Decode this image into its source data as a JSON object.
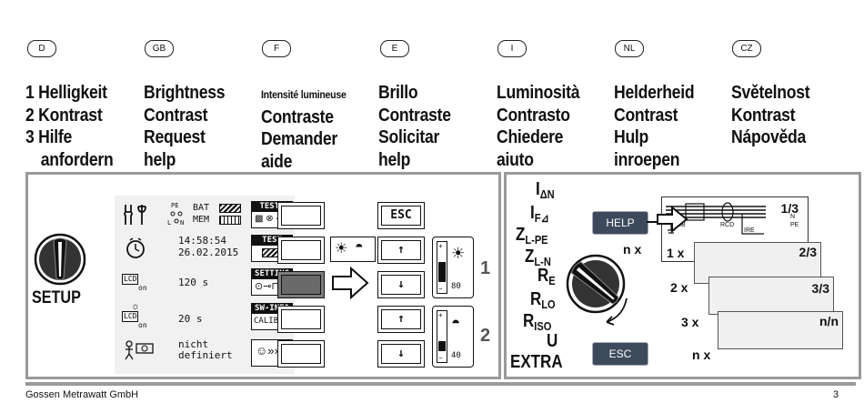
{
  "languages": [
    {
      "code": "D",
      "lines": [
        "Helligkeit",
        "Kontrast",
        "Hilfe",
        "anfordern"
      ]
    },
    {
      "code": "GB",
      "lines": [
        "Brightness",
        "Contrast",
        "Request",
        "help"
      ]
    },
    {
      "code": "F",
      "lines": [
        "Intensité lumineuse",
        "Contraste",
        "Demander",
        "aide"
      ]
    },
    {
      "code": "E",
      "lines": [
        "Brillo",
        "Contraste",
        "Solicitar",
        "help"
      ]
    },
    {
      "code": "I",
      "lines": [
        "Luminosità",
        "Contrasto",
        "Chiedere",
        "aiuto"
      ]
    },
    {
      "code": "NL",
      "lines": [
        "Helderheid",
        "Contrast",
        "Hulp",
        "inroepen"
      ]
    },
    {
      "code": "CZ",
      "lines": [
        "Světelnost",
        "Kontrast",
        "Nápověda",
        ""
      ]
    }
  ],
  "numbers": [
    "1",
    "2",
    "3"
  ],
  "left_panel": {
    "setup_label": "SETUP",
    "lcd": {
      "bat_label": "BAT",
      "mem_label": "MEM",
      "pe_label": "PE",
      "l_label": "L",
      "n_label": "N",
      "time": "14:58:54",
      "date": "26.02.2015",
      "lcd_on_label": "LCD",
      "on_label": "on",
      "timeout_1": "120 s",
      "timeout_2": "20 s",
      "profile_line1": "nicht",
      "profile_line2": "definiert",
      "tags": {
        "tests": "TESTS",
        "test": "TEST",
        "setting": "SETTING",
        "sw_info": "SW-INFO",
        "calib": "CALIB.."
      }
    },
    "keys": {
      "esc": "ESC",
      "up": "↑",
      "down": "↓"
    },
    "slider_brightness": {
      "value": "80",
      "plus": "+",
      "minus": "−",
      "callout": "1",
      "level": 0.8
    },
    "slider_contrast": {
      "value": "40",
      "plus": "+",
      "minus": "−",
      "callout": "2",
      "level": 0.4
    }
  },
  "right_panel": {
    "measurements": [
      "I",
      "ΔN",
      "I",
      "F",
      "Z",
      "L-PE",
      "Z",
      "L-N",
      "R",
      "E",
      "R",
      "LO",
      "R",
      "ISO",
      "U",
      "EXTRA"
    ],
    "help_button": "HELP",
    "esc_button": "ESC",
    "nx_label": "n x",
    "cards": [
      {
        "left": "1 x",
        "right": "1/3"
      },
      {
        "left": "",
        "right": "2/3"
      },
      {
        "left": "2 x",
        "right": "3/3"
      },
      {
        "left": "3 x",
        "right": "n/n"
      },
      {
        "left": "n x",
        "right": ""
      }
    ],
    "schematic_labels": {
      "rb": "RB",
      "rcd": "RCD",
      "ire": "IRE",
      "pe": "PE",
      "n": "N"
    }
  },
  "footer": {
    "company": "Gossen Metrawatt GmbH",
    "page_number": "3"
  }
}
